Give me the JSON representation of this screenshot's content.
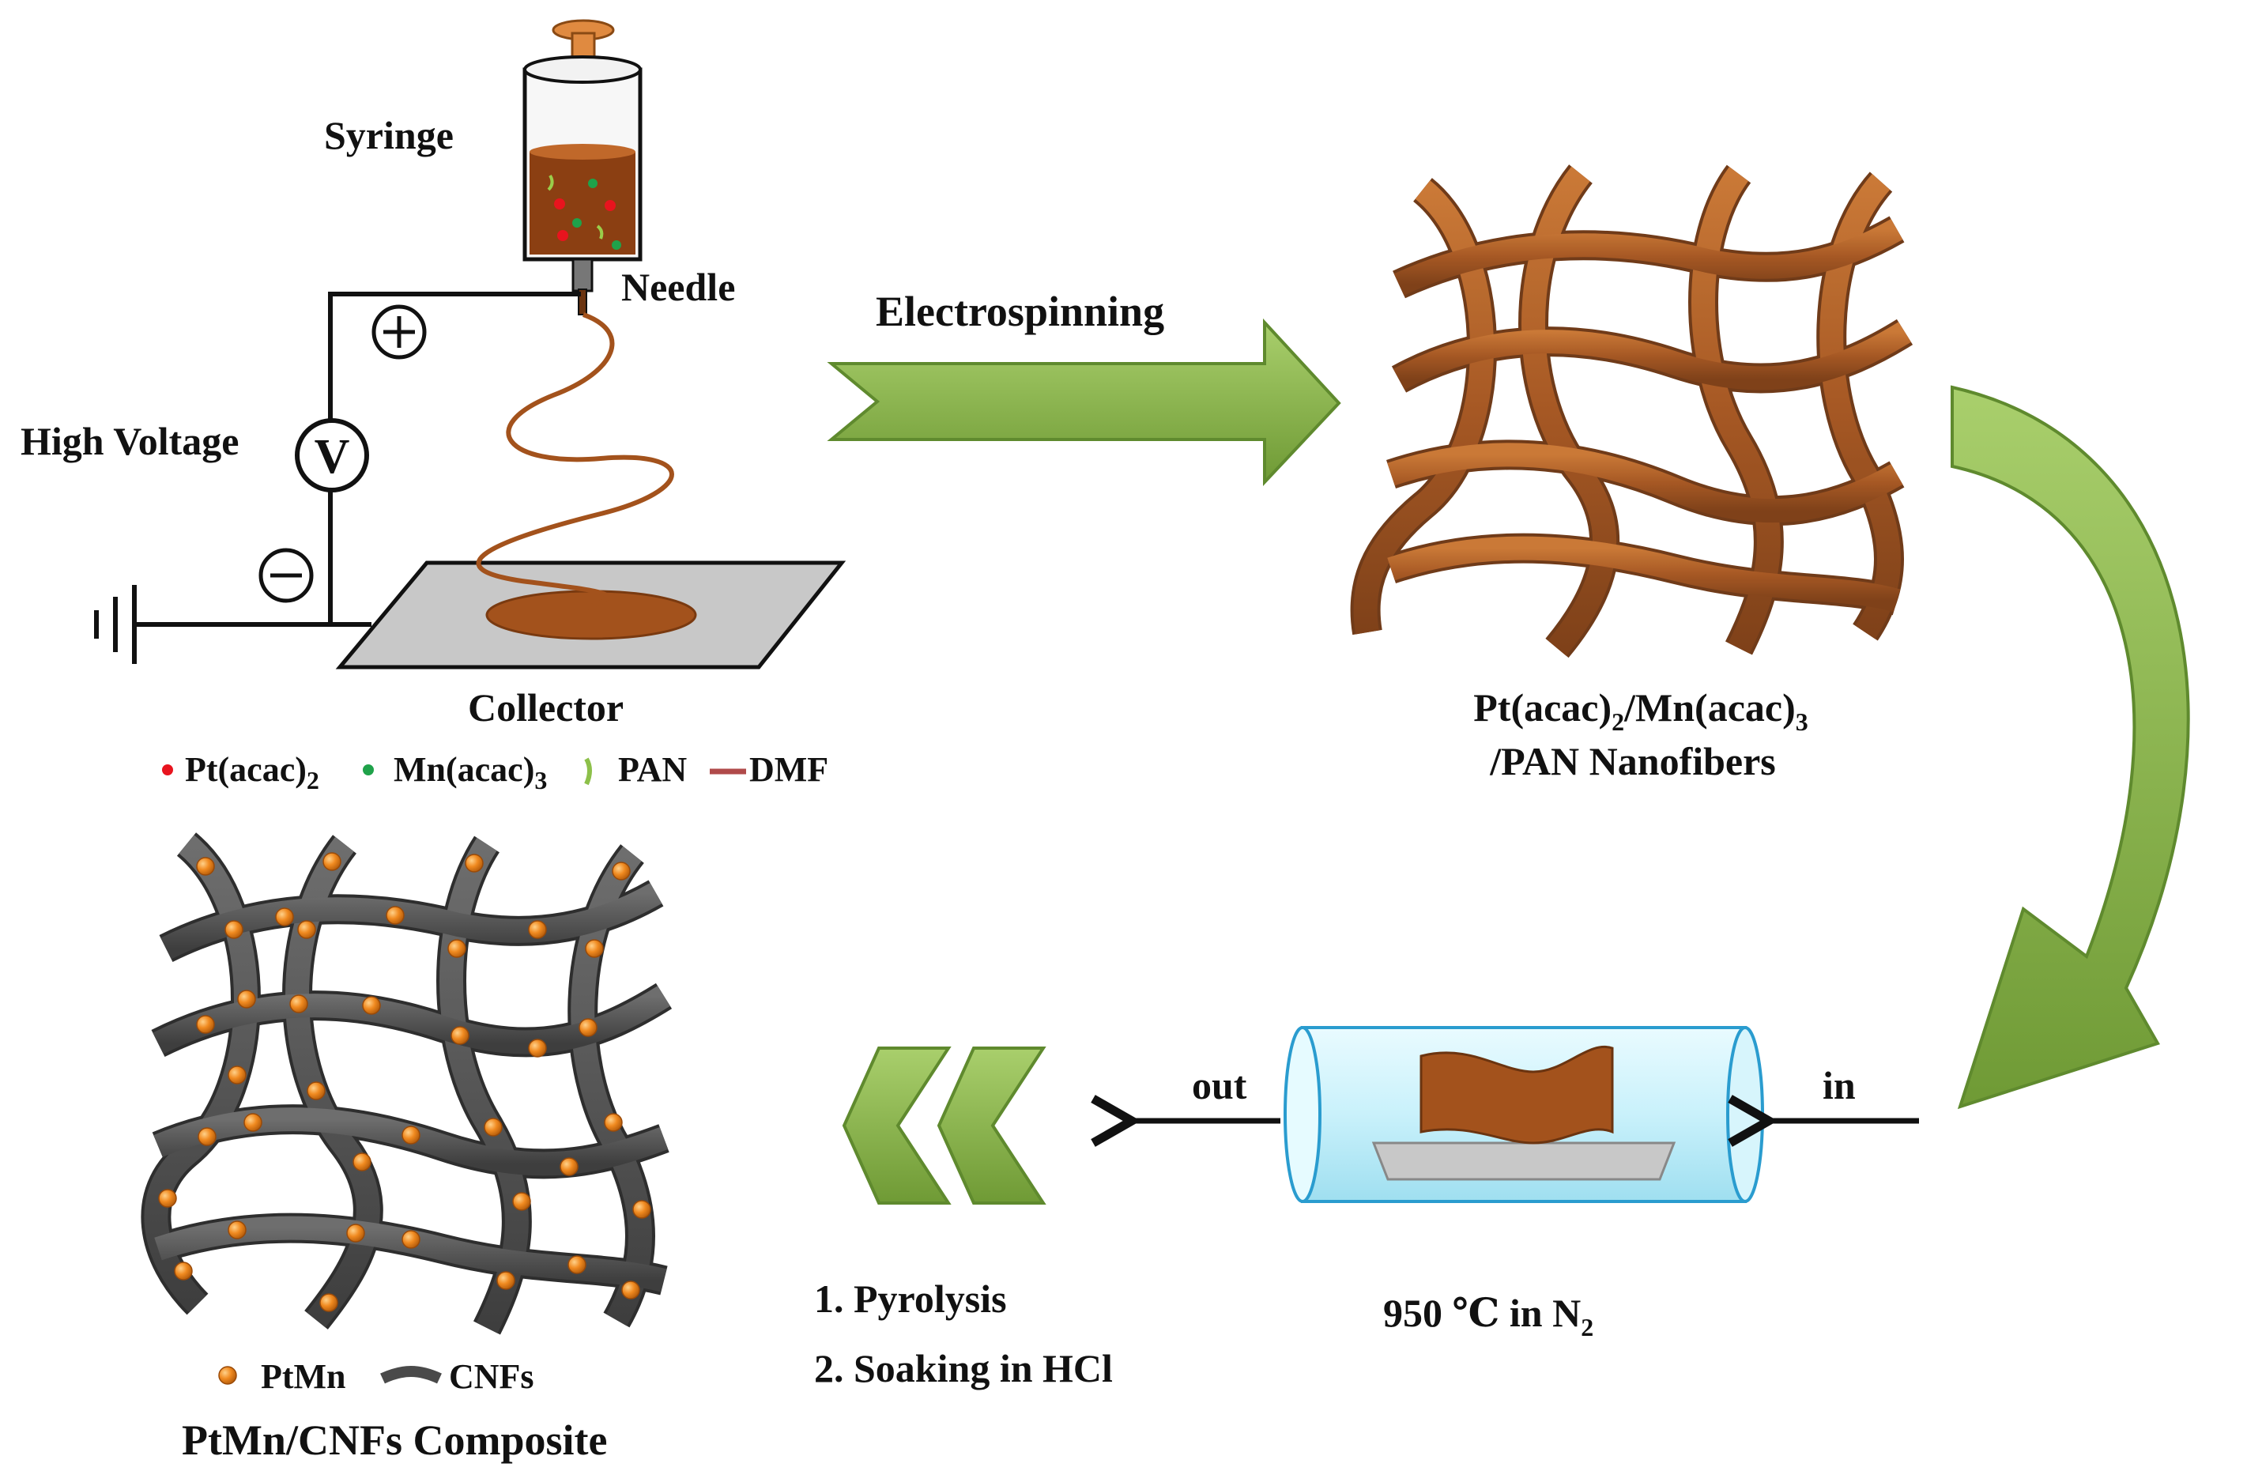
{
  "colors": {
    "fiber_brown": "#a3521c",
    "fiber_brown_edge": "#6b3410",
    "cnf_gray": "#5a5a5a",
    "cnf_gray_edge": "#2e2e2e",
    "arrow_green": "#86b04a",
    "arrow_green_edge": "#5f8a2e",
    "particle_orange": "#f08a20",
    "pt_red": "#e8141e",
    "mn_green": "#1fa24a",
    "dmf_red": "#b04a4a",
    "tube_cyan": "#c9f1fb",
    "collector_gray": "#c8c8c8"
  },
  "electrospinning_setup": {
    "syringe_label": "Syringe",
    "needle_label": "Needle",
    "voltage_label": "High Voltage",
    "voltmeter_symbol": "V",
    "plus_symbol": "+",
    "minus_symbol": "−",
    "collector_label": "Collector",
    "icons": [
      "syringe-icon",
      "voltmeter-icon",
      "ground-icon",
      "collector-plate"
    ]
  },
  "legend_top": {
    "pt_label": "Pt(acac)",
    "pt_sub": "2",
    "mn_label": "Mn(acac)",
    "mn_sub": "3",
    "pan_label": "PAN",
    "dmf_label": "DMF"
  },
  "electrospinning_arrow_label": "Electrospinning",
  "nanofibers": {
    "label_line1_a": "Pt(acac)",
    "label_line1_sub1": "2",
    "label_line1_b": "/Mn(acac)",
    "label_line1_sub2": "3",
    "label_line2": "/PAN Nanofibers"
  },
  "furnace": {
    "in_label": "in",
    "out_label": "out",
    "condition_a": "950 ℃ in N",
    "condition_sub": "2"
  },
  "steps": {
    "step1": "1. Pyrolysis",
    "step2": "2. Soaking in HCl"
  },
  "composite": {
    "legend_ptmn": "PtMn",
    "legend_cnfs": "CNFs",
    "title": "PtMn/CNFs Composite"
  }
}
